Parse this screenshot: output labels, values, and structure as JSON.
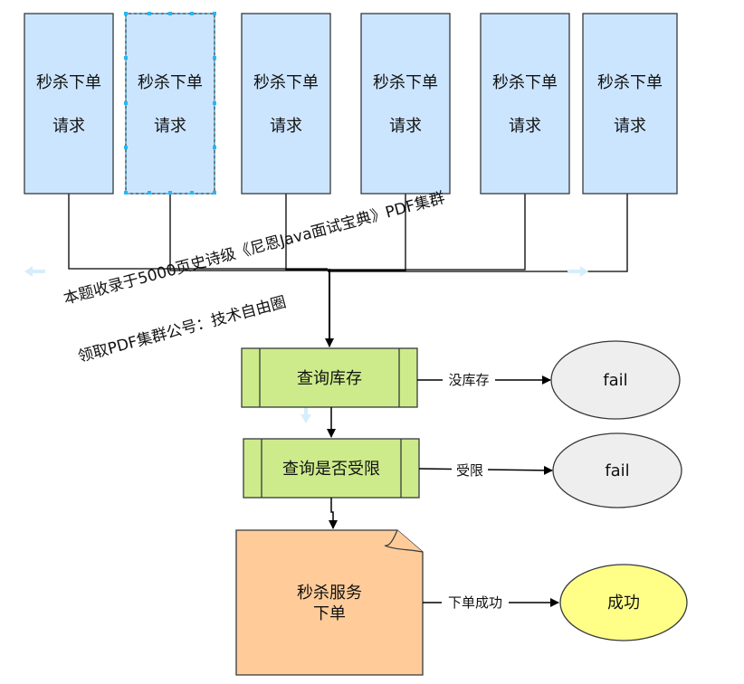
{
  "requests": [
    {
      "line1": "秒杀下单",
      "line2": "请求"
    },
    {
      "line1": "秒杀下单",
      "line2": "请求"
    },
    {
      "line1": "秒杀下单",
      "line2": "请求"
    },
    {
      "line1": "秒杀下单",
      "line2": "请求"
    },
    {
      "line1": "秒杀下单",
      "line2": "请求"
    },
    {
      "line1": "秒杀下单",
      "line2": "请求"
    }
  ],
  "watermark": {
    "line1": "本题收录于5000页史诗级《尼恩Java面试宝典》PDF集群",
    "line2": "领取PDF集群公号：技术自由圈"
  },
  "steps": {
    "inventory": "查询库存",
    "limit": "查询是否受限",
    "service_line1": "秒杀服务",
    "service_line2": "下单"
  },
  "edges": {
    "no_stock": "没库存",
    "limited": "受限",
    "order_success": "下单成功"
  },
  "results": {
    "fail1": "fail",
    "fail2": "fail",
    "success": "成功"
  },
  "colors": {
    "request_fill": "#cce5ff",
    "step_fill": "#cdeb8b",
    "service_fill": "#ffcc99",
    "fail_fill": "#eeeeee",
    "success_fill": "#ffff88",
    "stroke": "#36393d"
  }
}
